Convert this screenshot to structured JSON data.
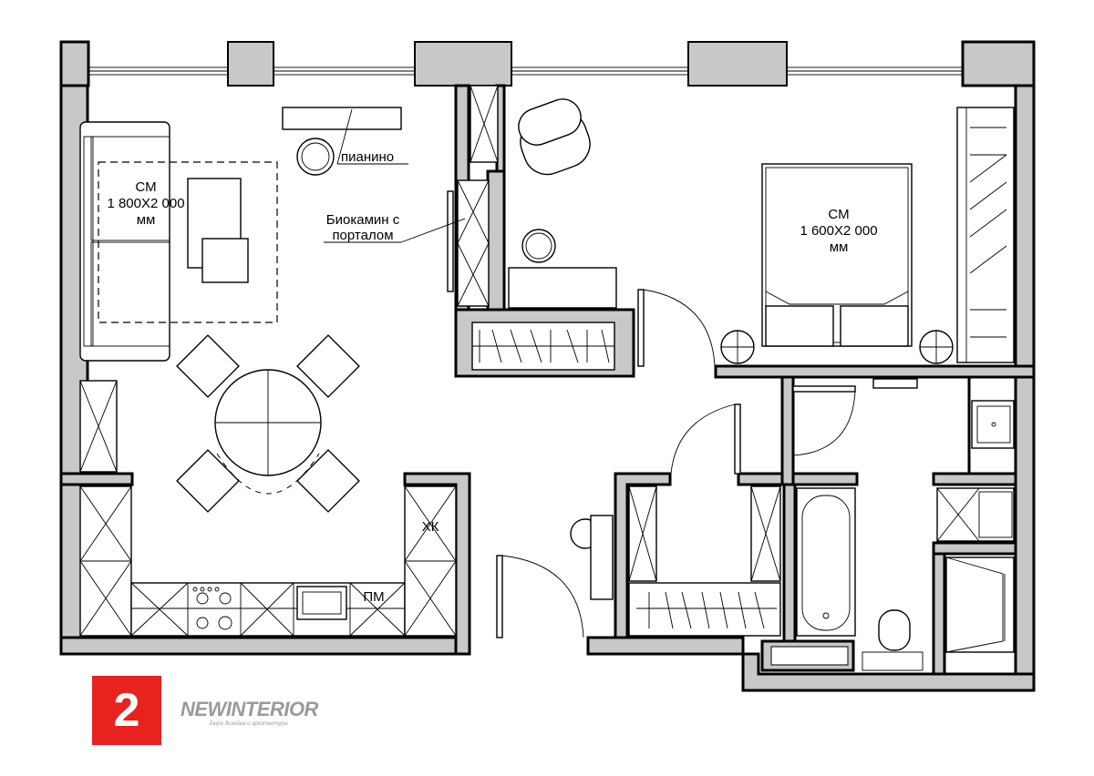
{
  "plan_number": "2",
  "brand": {
    "logo_text": "NEWINTERIOR",
    "logo_subtitle": "Бюро дизайна и архитектуры"
  },
  "labels": {
    "sofa_bed": [
      "СМ",
      "1 800Х2 000",
      "мм"
    ],
    "bed": [
      "СМ",
      "1 600Х2 000",
      "мм"
    ],
    "piano": "пианино",
    "fireplace": [
      "Биокамин с",
      "порталом"
    ],
    "fridge": "ХК",
    "dishwasher": "ПМ"
  }
}
